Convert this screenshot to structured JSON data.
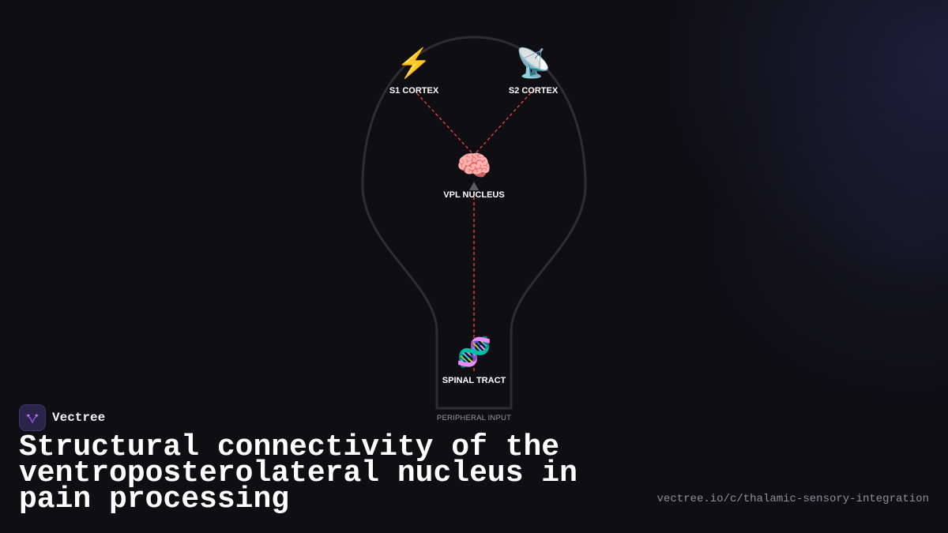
{
  "diagram": {
    "nodes": [
      {
        "id": "s1",
        "icon": "lightning-icon",
        "glyph": "⚡",
        "label": "S1 CORTEX"
      },
      {
        "id": "s2",
        "icon": "satellite-dish-icon",
        "glyph": "📡",
        "label": "S2 CORTEX"
      },
      {
        "id": "vpl",
        "icon": "brain-icon",
        "glyph": "🧠",
        "label": "VPL NUCLEUS"
      },
      {
        "id": "spinal",
        "icon": "dna-icon",
        "glyph": "🧬",
        "label": "SPINAL TRACT"
      }
    ],
    "edges": [
      {
        "from": "vpl",
        "to": "s1",
        "style": "dashed"
      },
      {
        "from": "vpl",
        "to": "s2",
        "style": "dashed"
      },
      {
        "from": "spinal",
        "to": "vpl",
        "style": "dashed",
        "arrow": true
      }
    ],
    "input_label": "PERIPHERAL INPUT",
    "edge_color": "#e0413f",
    "outline_color": "#2e2d33"
  },
  "brand": {
    "name": "Vectree",
    "logo_icon": "vectree-logo-icon",
    "accent": "#8a4fd8"
  },
  "title": "Structural connectivity of the ventroposterolateral nucleus in pain processing",
  "url": "vectree.io/c/thalamic-sensory-integration"
}
